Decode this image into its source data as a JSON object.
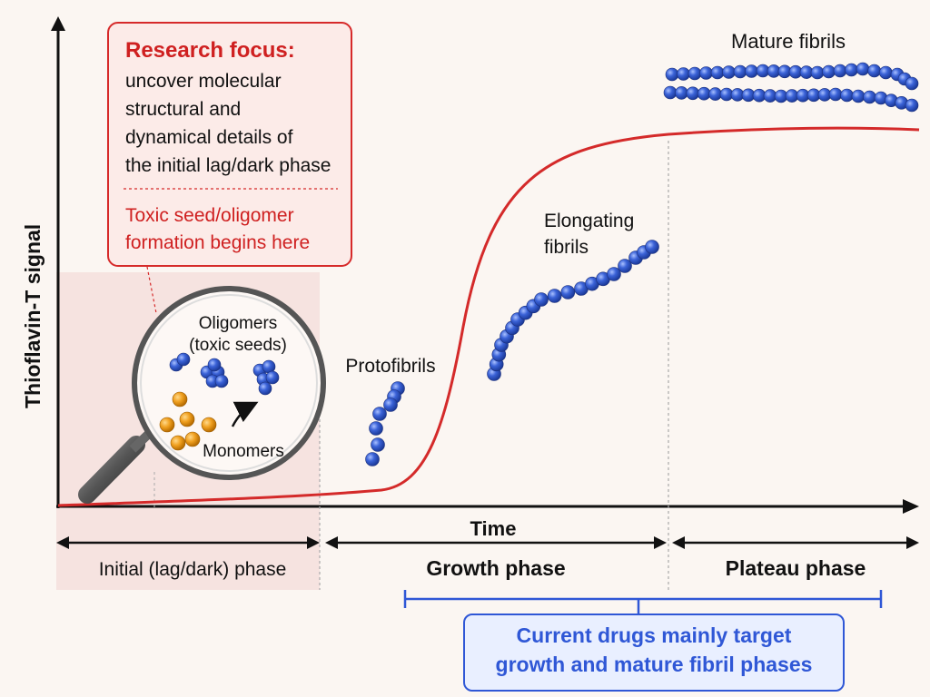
{
  "y_axis_label": "Thioflavin-T signal",
  "x_axis_label": "Time",
  "callout": {
    "heading": "Research focus:",
    "body_lines": [
      "uncover molecular",
      "structural and",
      "dynamical details of",
      "the initial lag/dark phase"
    ],
    "highlight_lines": [
      "Toxic seed/oligomer",
      "formation begins here"
    ]
  },
  "magnifier": {
    "oligomers_lines": [
      "Oligomers",
      "(toxic seeds)"
    ],
    "monomers_label": "Monomers"
  },
  "stages": {
    "protofibrils": "Protofibrils",
    "elongating_lines": [
      "Elongating",
      "fibrils"
    ],
    "mature": "Mature fibrils"
  },
  "phases": {
    "initial": "Initial (lag/dark) phase",
    "growth": "Growth phase",
    "plateau": "Plateau phase"
  },
  "drug_note_lines": [
    "Current drugs mainly target",
    "growth and mature fibril phases"
  ],
  "colors": {
    "curve": "#d42a2a",
    "callout_border": "#d62a2a",
    "callout_heading": "#cf2020",
    "bead_blue": "#3b63d8",
    "monomer_orange": "#f0a020",
    "drug_blue": "#2f57d6"
  }
}
